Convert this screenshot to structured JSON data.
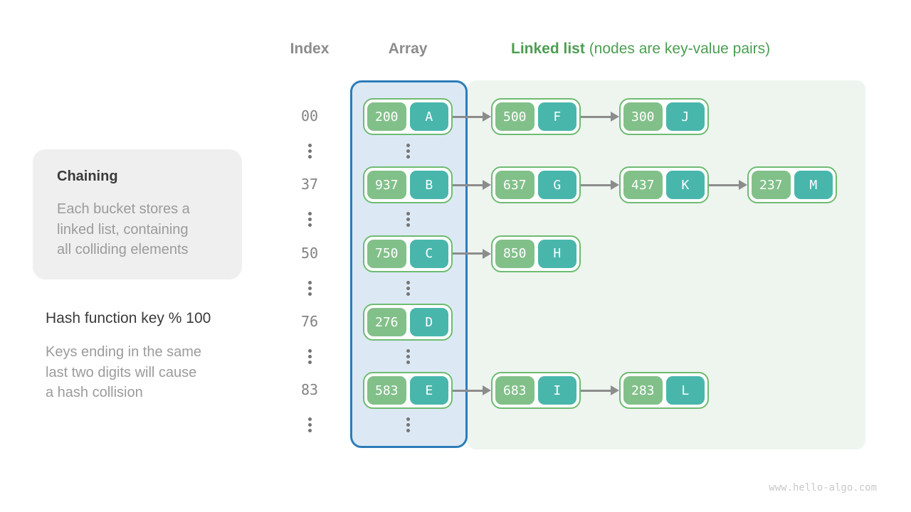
{
  "header": {
    "index": "Index",
    "array": "Array",
    "linked_bold": "Linked list",
    "linked_rest": " (nodes are key-value pairs)"
  },
  "note_card": {
    "title": "Chaining",
    "body": "Each bucket stores a\nlinked list, containing\nall colliding elements"
  },
  "hash_note": {
    "title": "Hash function key % 100",
    "body": "Keys ending in the same\nlast two digits will cause\na hash collision"
  },
  "buckets": [
    {
      "index": "00",
      "array_node": {
        "key": "200",
        "value": "A"
      },
      "chain": [
        {
          "key": "500",
          "value": "F"
        },
        {
          "key": "300",
          "value": "J"
        }
      ]
    },
    {
      "index": "37",
      "array_node": {
        "key": "937",
        "value": "B"
      },
      "chain": [
        {
          "key": "637",
          "value": "G"
        },
        {
          "key": "437",
          "value": "K"
        },
        {
          "key": "237",
          "value": "M"
        }
      ]
    },
    {
      "index": "50",
      "array_node": {
        "key": "750",
        "value": "C"
      },
      "chain": [
        {
          "key": "850",
          "value": "H"
        }
      ]
    },
    {
      "index": "76",
      "array_node": {
        "key": "276",
        "value": "D"
      },
      "chain": []
    },
    {
      "index": "83",
      "array_node": {
        "key": "583",
        "value": "E"
      },
      "chain": [
        {
          "key": "683",
          "value": "I"
        },
        {
          "key": "283",
          "value": "L"
        }
      ]
    }
  ],
  "watermark": "www.hello-algo.com",
  "colors": {
    "gray_header": "#8c8c8c",
    "green_header": "#4c9e52",
    "panel_green": "#edf5ee",
    "array_bg": "#dce9f5",
    "array_border": "#2e7cb8",
    "node_border": "#6fbb72",
    "key_bg": "#82c08a",
    "val_bg": "#49b6ac",
    "index_text": "#828282",
    "dot": "#757575",
    "arrow": "#8c8c8c",
    "card_bg": "#efefef",
    "dark_text": "#3a3a3a",
    "muted_text": "#9b9b9b",
    "watermark": "#c9c9c9"
  }
}
